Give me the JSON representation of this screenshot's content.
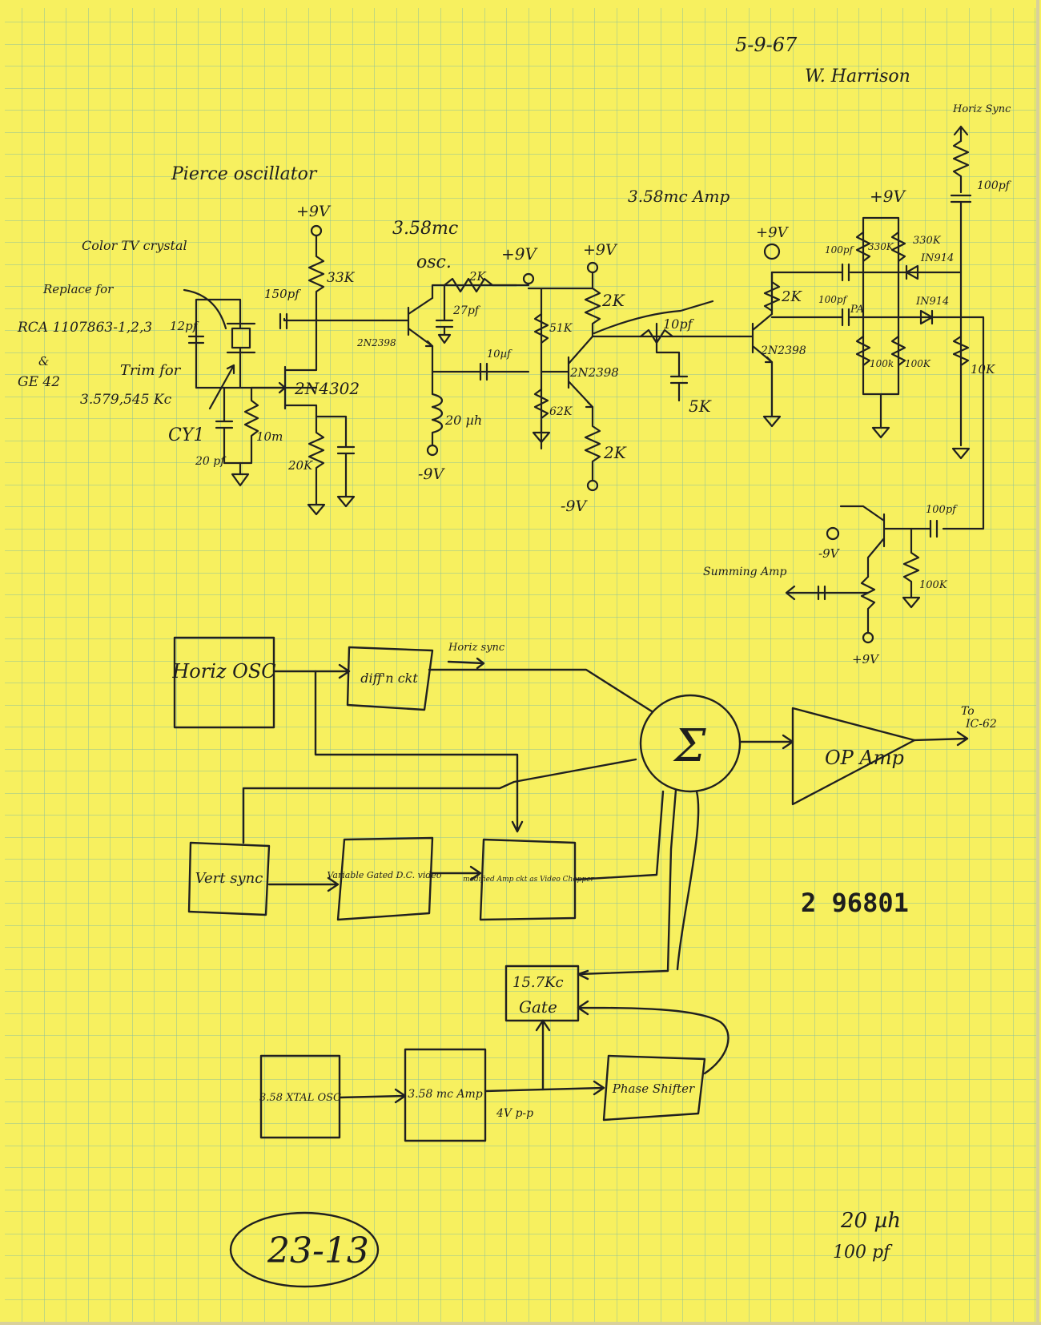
{
  "header": {
    "date": "5-9-67",
    "author": "W. Harrison"
  },
  "schematic": {
    "title": "Pierce oscillator",
    "crystal_label": "Color TV crystal",
    "replace_label": "Replace for",
    "rca_part": "RCA 1107863-1,2,3",
    "and_label": "&",
    "ge_part": "GE 42",
    "trim_label": "Trim for",
    "frequency": "3.579,545 Kc",
    "cy1": "CY1",
    "cap_12pf": "12pf",
    "cap_20pf": "20 pf",
    "res_10m": "10m",
    "fet": "2N4302",
    "res_20k": "20K",
    "plus9_1": "+9V",
    "res_33k": "33K",
    "cap_150pf": "150pf",
    "osc_label_1": "3.58mc",
    "osc_label_2": "osc.",
    "plus9_2": "+9V",
    "res_2k_a": "2K",
    "cap_27pf": "27pf",
    "q1": "2N2398",
    "ind_20uh": "20 µh",
    "minus9_1": "-9V",
    "cap_10uf": "10µf",
    "plus9_3": "+9V",
    "res_51k": "51K",
    "res_62k": "62K",
    "res_2k_b": "2K",
    "q2": "2N2398",
    "res_2k_c": "2K",
    "minus9_2": "-9V",
    "amp_label": "3.58mc Amp",
    "cap_10pf": "10pf",
    "pot_5k": "5K",
    "plus9_4": "+9V",
    "res_2k_d": "2K",
    "q3": "2N2398",
    "cap_100pf_a": "100pf",
    "cap_100pf_b": "100pf",
    "plus9_5": "+9V",
    "res_330k": "330K",
    "res_330k_b": "330K",
    "diode_1": "IN914",
    "diode_2": "IN914",
    "res_100k_a": "100k",
    "res_100k_b": "100K",
    "pa_label": "PA",
    "horiz_sync": "Horiz Sync",
    "cap_100pf_c": "100pf",
    "res_10k": "10K",
    "cap_100pf_d": "100pf",
    "minus9_3": "-9V",
    "summing_amp": "Summing Amp",
    "res_100k_c": "100K",
    "plus9_6": "+9V"
  },
  "block_diagram": {
    "horiz_osc": "Horiz OSC",
    "diff_ckt": "diff'n ckt",
    "horiz_sync": "Horiz sync",
    "sigma": "Σ",
    "op_amp": "OP Amp",
    "to_label": "To",
    "to_target": "IC-62",
    "vert_sync": "Vert sync",
    "var_gated": "Variable Gated D.C. video",
    "mod_chopper": "modified Amp ckt as Video Chopper",
    "gate_freq": "15.7Kc",
    "gate": "Gate",
    "xtal_osc": "3.58 XTAL OSC",
    "amp_358": "3.58 mc Amp",
    "level": "4V p-p",
    "phase_shifter": "Phase Shifter"
  },
  "stamp_number": "2 96801",
  "circled_number": "23-13",
  "corner_note_1": "20 µh",
  "corner_note_2": "100 pf"
}
